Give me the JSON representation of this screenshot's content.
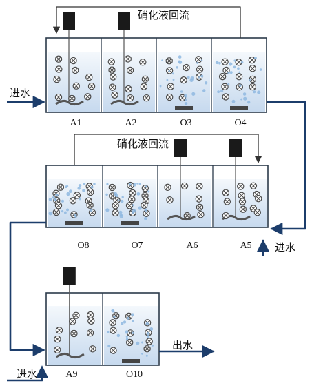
{
  "recycle_label": "硝化液回流",
  "inflow_label": "进水",
  "outflow_label": "出水",
  "row1": {
    "compartments": [
      {
        "label": "A1",
        "kind": "anoxic"
      },
      {
        "label": "A2",
        "kind": "anoxic"
      },
      {
        "label": "O3",
        "kind": "oxic"
      },
      {
        "label": "O4",
        "kind": "oxic"
      }
    ]
  },
  "row2": {
    "compartments": [
      {
        "label": "O8",
        "kind": "oxic"
      },
      {
        "label": "O7",
        "kind": "oxic"
      },
      {
        "label": "A6",
        "kind": "anoxic"
      },
      {
        "label": "A5",
        "kind": "anoxic"
      }
    ]
  },
  "row3": {
    "compartments": [
      {
        "label": "A9",
        "kind": "anoxic"
      },
      {
        "label": "O10",
        "kind": "oxic"
      }
    ]
  },
  "colors": {
    "water_top": "#f4f8fc",
    "water_bottom": "#c6d9ee",
    "wall": "#2b3a4a",
    "pipe": "#1c3d6b",
    "motor": "#1a1a1a",
    "carrier": "#4a4a4a",
    "bubble": "#8fb8e0"
  }
}
